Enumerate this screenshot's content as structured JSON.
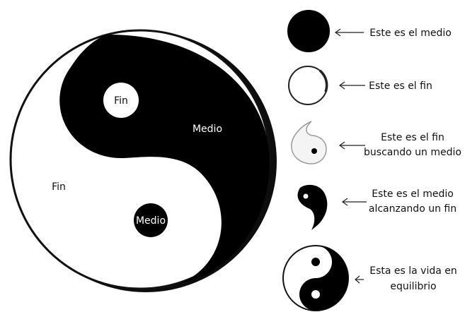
{
  "diagram": {
    "big_symbol": {
      "label_fin_dot": "Fin",
      "label_medio_region": "Medio",
      "label_fin_region": "Fin",
      "label_medio_dot": "Medio"
    },
    "legend": [
      {
        "icon": "black-circle-icon",
        "lines": [
          "Este es el medio"
        ]
      },
      {
        "icon": "white-circle-icon",
        "lines": [
          "Este es el fin"
        ]
      },
      {
        "icon": "white-teardrop-icon",
        "lines": [
          "Este es el fin",
          "buscando un medio"
        ]
      },
      {
        "icon": "black-teardrop-icon",
        "lines": [
          "Este es el medio",
          "alcanzando un fin"
        ]
      },
      {
        "icon": "yin-yang-icon",
        "lines": [
          "Esta es la vida en",
          "equilibrio"
        ]
      }
    ],
    "colors": {
      "dark": "#000000",
      "light": "#ffffff",
      "outline": "#111111"
    }
  }
}
